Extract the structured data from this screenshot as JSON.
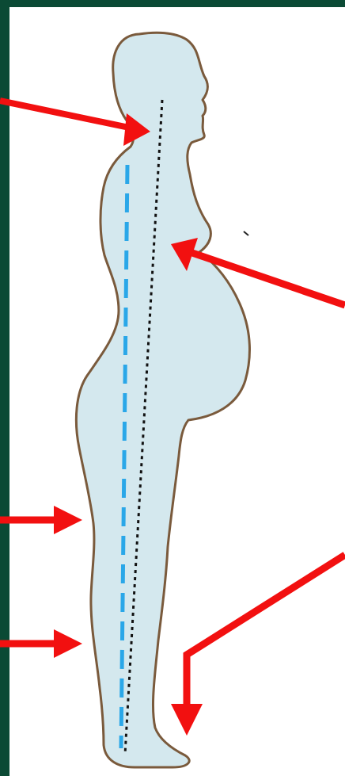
{
  "colors": {
    "border": "#0b4a35",
    "panel": "#ffffff",
    "body_fill": "#d4e8ee",
    "body_outline": "#7a5a3c",
    "arrow": "#f21010",
    "ideal_line": "#2aa7e8",
    "actual_line": "#111111"
  },
  "figure": {
    "subject": "pregnant-woman-side-profile",
    "lines": [
      {
        "name": "vertical-reference-line",
        "style": "dashed-blue"
      },
      {
        "name": "posture-line",
        "style": "dotted-black"
      }
    ],
    "arrows": [
      {
        "name": "arrow-neck",
        "points_to": "neck"
      },
      {
        "name": "arrow-chest",
        "points_to": "chest"
      },
      {
        "name": "arrow-thigh",
        "points_to": "thigh"
      },
      {
        "name": "arrow-calf",
        "points_to": "calf"
      },
      {
        "name": "arrow-foot",
        "points_to": "foot"
      }
    ]
  }
}
